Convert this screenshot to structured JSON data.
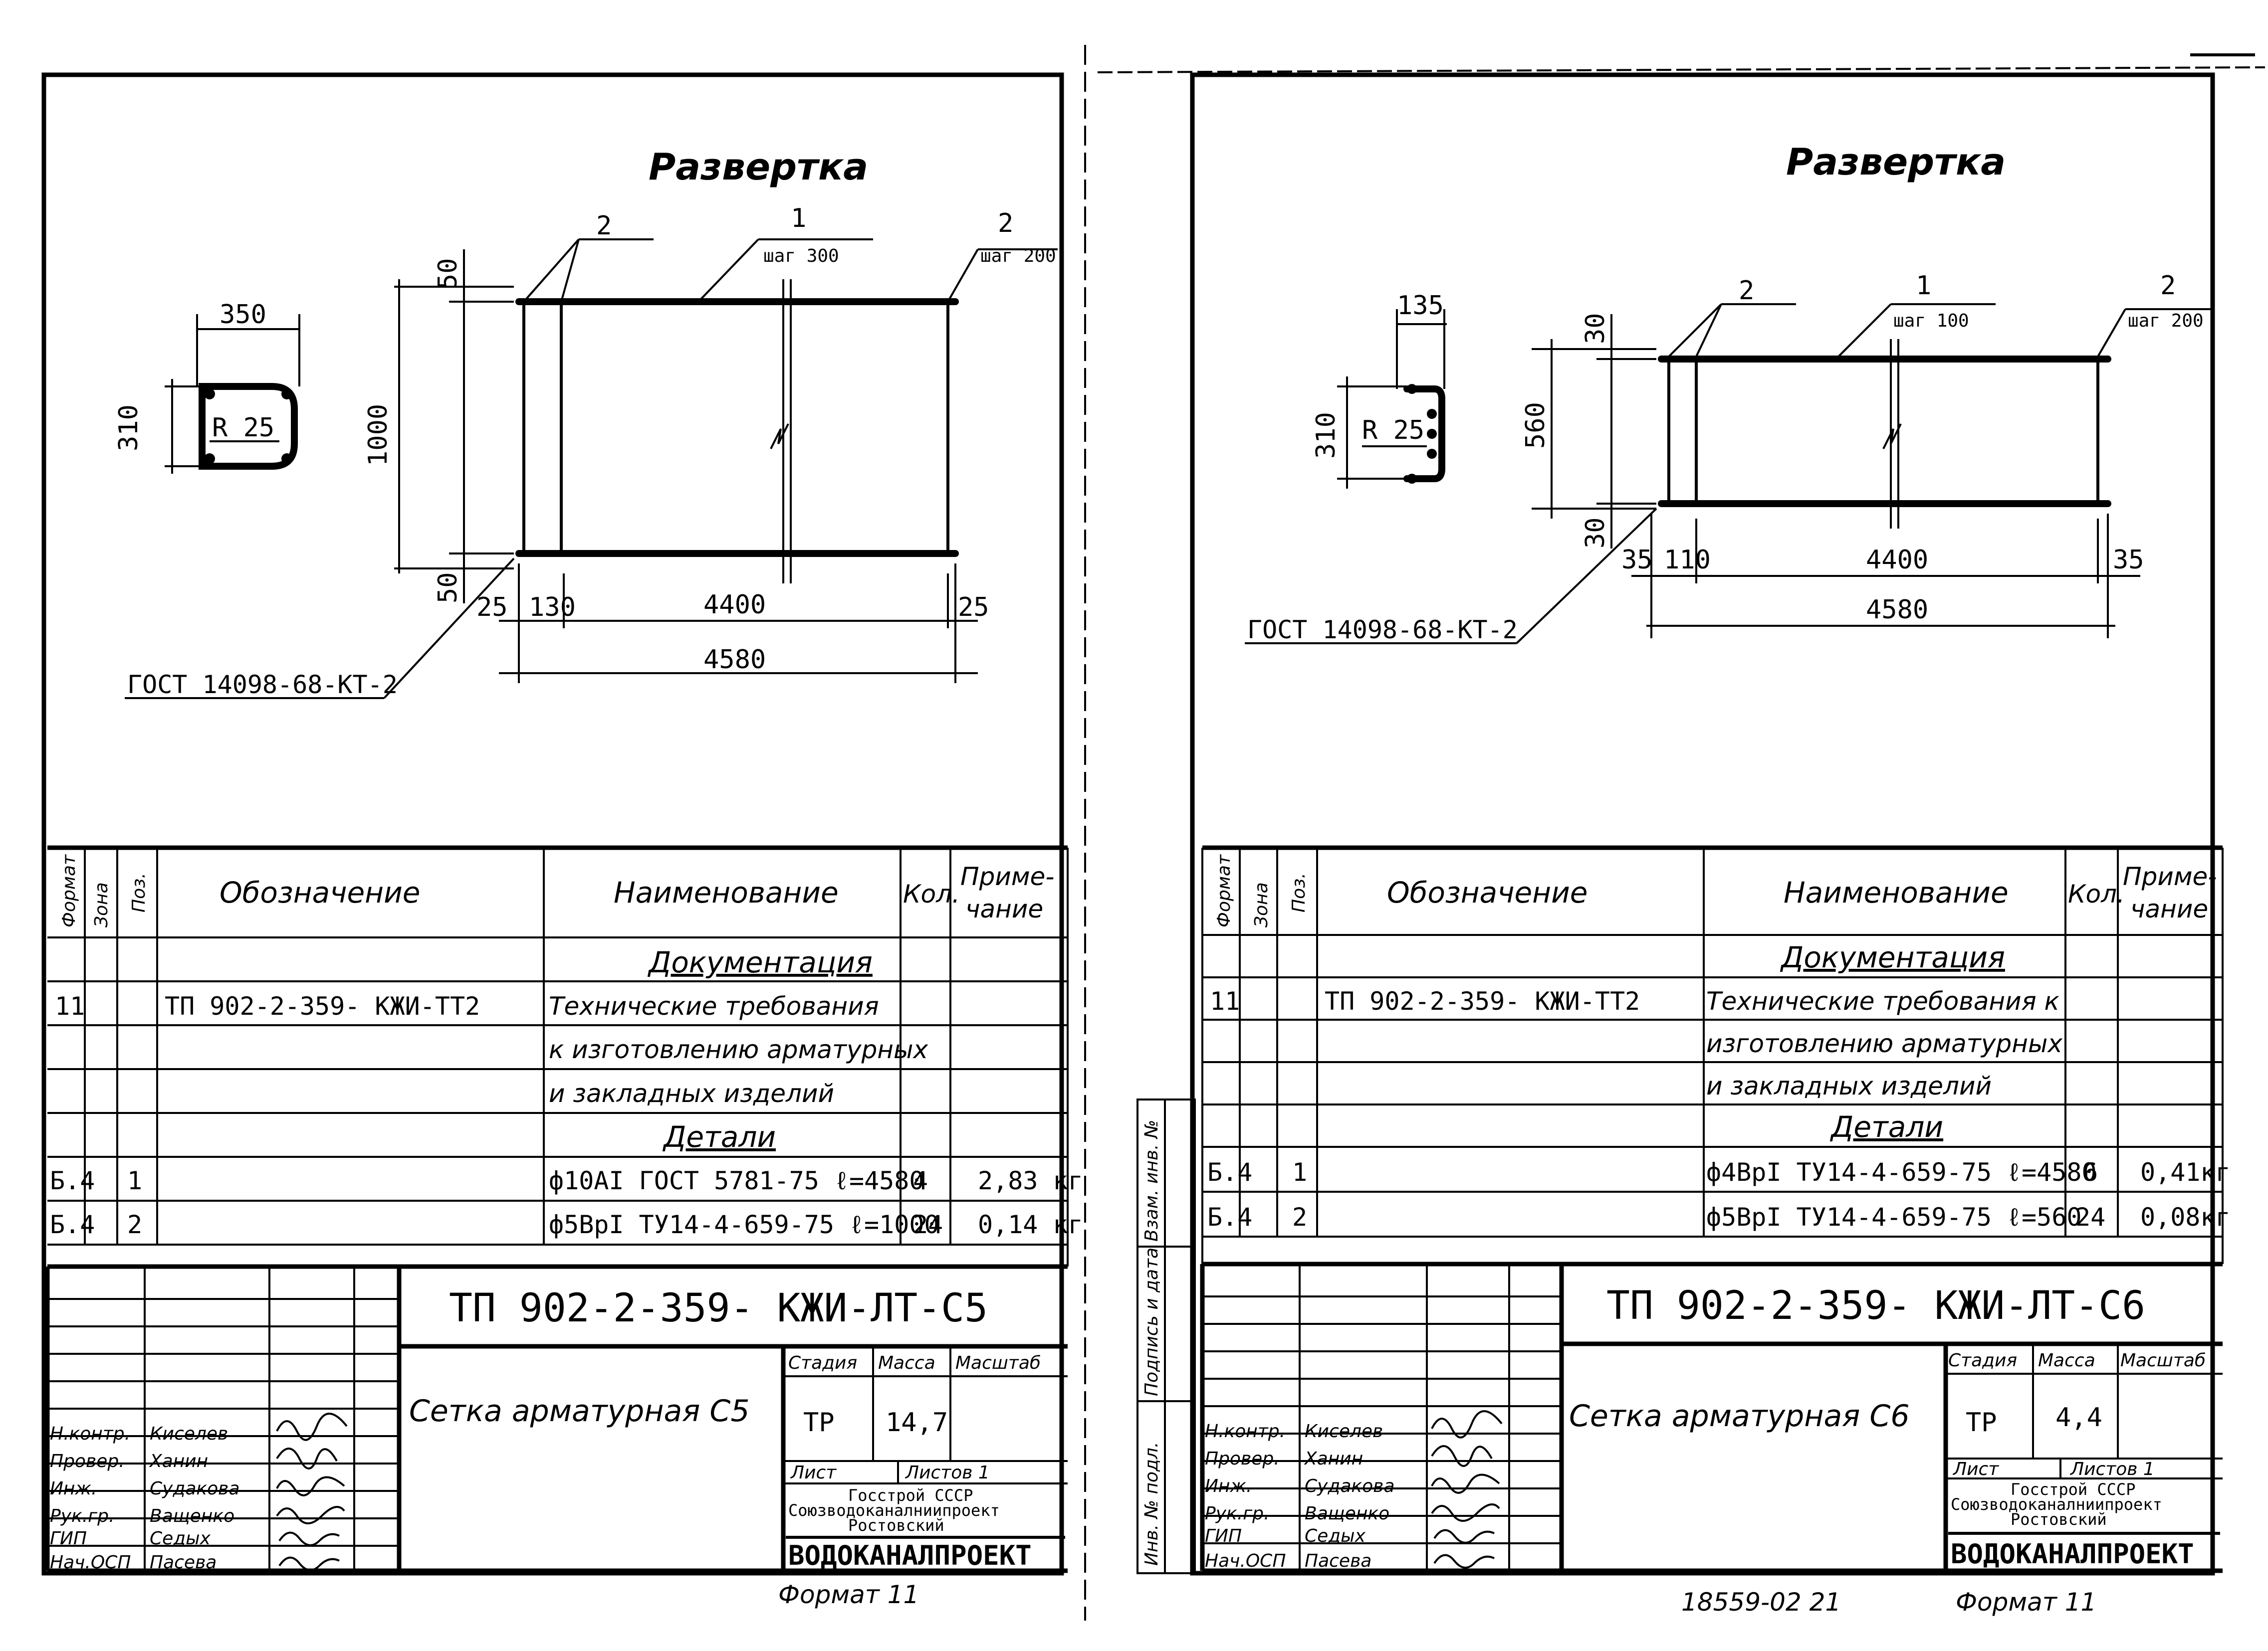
{
  "common": {
    "section_title": "Развертка",
    "gost_ref": "ГОСТ 14098-68-КТ-2",
    "table_headers": {
      "format": "Формат",
      "zone": "Зона",
      "pos": "Поз.",
      "designation": "Обозначение",
      "name": "Наименование",
      "qty": "Кол.",
      "note_line1": "Приме-",
      "note_line2": "чание"
    },
    "doc_section": "Документация",
    "details_section": "Детали",
    "doc_format": "11",
    "doc_designation": "ТП 902-2-359-   КЖИ-ТТ2",
    "stamp_roles": [
      "Н.контр.",
      "Провер.",
      "Инж.",
      "Рук.гр.",
      "ГИП",
      "Нач.ОСП"
    ],
    "stamp_names": [
      "Киселев",
      "Ханин",
      "Судакова",
      "Ващенко",
      "Седых",
      "Пасева"
    ],
    "stage_label": "Стадия",
    "mass_label": "Масса",
    "scale_label": "Масштаб",
    "stage_value": "ТР",
    "sheet_label": "Лист",
    "sheets_label": "Листов 1",
    "org_line1": "Госстрой СССР",
    "org_line2": "Союзводоканалниипроект",
    "org_line3": "Ростовский",
    "org_line4": "ВОДОКАНАЛПРОЕКТ",
    "format_footer": "Формат 11"
  },
  "sheet_left": {
    "callouts": {
      "c2": "2",
      "c1": "1",
      "c1_step": "шаг 300",
      "c2r": "2",
      "c2r_step": "шаг 200"
    },
    "section_dims": {
      "width": "350",
      "height": "310",
      "radius": "R 25"
    },
    "mesh_dims": {
      "top": "50",
      "height": "1000",
      "bottom": "50",
      "edge_left": "25",
      "first": "130",
      "span": "4400",
      "edge_right": "25",
      "total": "4580"
    },
    "doc_name_lines": [
      "Технические требования",
      "к изготовлению арматурных",
      "и закладных изделий"
    ],
    "details": [
      {
        "format": "Б.4",
        "pos": "1",
        "name": "ф10АI ГОСТ 5781-75  ℓ=4580",
        "qty": "4",
        "note": "2,83 кг"
      },
      {
        "format": "Б.4",
        "pos": "2",
        "name": "ф5ВрI ТУ14-4-659-75  ℓ=1000",
        "qty": "24",
        "note": "0,14 кг"
      }
    ],
    "doc_code": "ТП 902-2-359-   КЖИ-ЛТ-С5",
    "drawing_name": "Сетка арматурная С5",
    "mass_value": "14,7"
  },
  "sheet_right": {
    "callouts": {
      "c2": "2",
      "c1": "1",
      "c1_step": "шаг 100",
      "c2r": "2",
      "c2r_step": "шаг 200"
    },
    "section_dims": {
      "width": "135",
      "height": "310",
      "radius": "R 25"
    },
    "mesh_dims": {
      "top": "30",
      "height": "560",
      "bottom": "30",
      "edge_left": "35",
      "first": "110",
      "span": "4400",
      "edge_right": "35",
      "total": "4580"
    },
    "doc_name_lines": [
      "Технические требования к",
      "изготовлению арматурных",
      "и закладных изделий"
    ],
    "details": [
      {
        "format": "Б.4",
        "pos": "1",
        "name": "ф4ВрI ТУ14-4-659-75  ℓ=4580",
        "qty": "6",
        "note": "0,41кг"
      },
      {
        "format": "Б.4",
        "pos": "2",
        "name": "ф5ВрI ТУ14-4-659-75  ℓ=560",
        "qty": "24",
        "note": "0,08кг"
      }
    ],
    "doc_code": "ТП 902-2-359-   КЖИ-ЛТ-С6",
    "drawing_name": "Сетка арматурная С6",
    "mass_value": "4,4",
    "margin_labels": [
      "Взам. инв. №",
      "Подпись и дата",
      "Инв. № подл."
    ],
    "archive_number": "18559-02   21"
  }
}
